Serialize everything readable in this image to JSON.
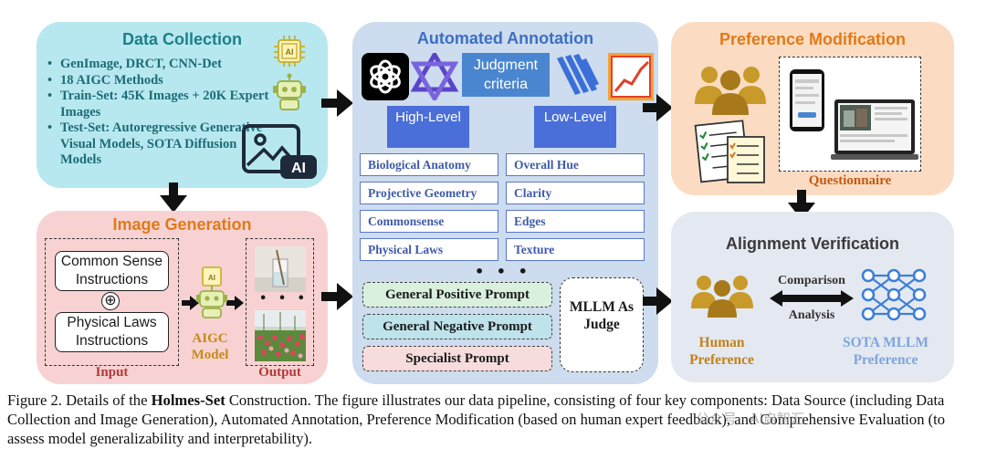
{
  "data_collection": {
    "title": "Data Collection",
    "items": [
      "GenImage, DRCT, CNN-Det",
      "18 AIGC Methods",
      "Train-Set: 45K Images + 20K Expert Images",
      "Test-Set: Autoregressive Generative Visual Models, SOTA Diffusion Models"
    ],
    "icons": [
      "ai-chip-icon",
      "robot-icon",
      "ai-image-icon"
    ],
    "ai_badge": "AI"
  },
  "image_generation": {
    "title": "Image Generation",
    "instruction_1": "Common Sense Instructions",
    "instruction_2": "Physical Laws Instructions",
    "plus": "⊕",
    "model_label": "AIGC Model",
    "input_label": "Input",
    "output_label": "Output",
    "ellipsis": "• • •"
  },
  "automated_annotation": {
    "title": "Automated Annotation",
    "judgment_criteria": "Judgment criteria",
    "high_level": "High-Level",
    "low_level": "Low-Level",
    "high_level_criteria": [
      "Biological Anatomy",
      "Projective Geometry",
      "Commonsense",
      "Physical Laws"
    ],
    "low_level_criteria": [
      "Overall Hue",
      "Clarity",
      "Edges",
      "Texture"
    ],
    "ellipsis": "• • •",
    "prompts": [
      "General Positive Prompt",
      "General Negative Prompt",
      "Specialist Prompt"
    ],
    "mllm_judge": "MLLM As Judge",
    "logos": [
      "openai-logo-icon",
      "star-logo-icon",
      "stripes-logo-icon",
      "chart-logo-icon"
    ]
  },
  "preference_modification": {
    "title": "Preference Modification",
    "questionnaire_label": "Questionnaire",
    "icons": [
      "people-group-icon",
      "checklist-icon",
      "phone-icon",
      "laptop-icon"
    ]
  },
  "alignment_verification": {
    "title": "Alignment Verification",
    "comparison": "Comparison",
    "analysis": "Analysis",
    "human_preference": "Human Preference",
    "sota_mllm_preference": "SOTA MLLM Preference"
  },
  "caption": {
    "prefix": "Figure 2. Details of the ",
    "bold": "Holmes-Set",
    "rest": " Construction. The figure illustrates our data pipeline, consisting of four key components: Data Source (including Data Collection and Image Generation), Automated Annotation, Preference Modification (based on human expert feedback), and Comprehensive Evaluation (to assess model generalizability and interpretability)."
  },
  "watermark": "公众号 · AI启智汇",
  "colors": {
    "data_collection_bg": "#b7e8f0",
    "image_generation_bg": "#f8d2d2",
    "automated_annotation_bg": "#cddcee",
    "preference_modification_bg": "#fbdcc2",
    "alignment_verification_bg": "#e4e9f1",
    "teal_title": "#1d7f8a",
    "orange_title": "#e07a18",
    "blue_title": "#3c6fc4",
    "gray_title": "#3a3a3a"
  }
}
